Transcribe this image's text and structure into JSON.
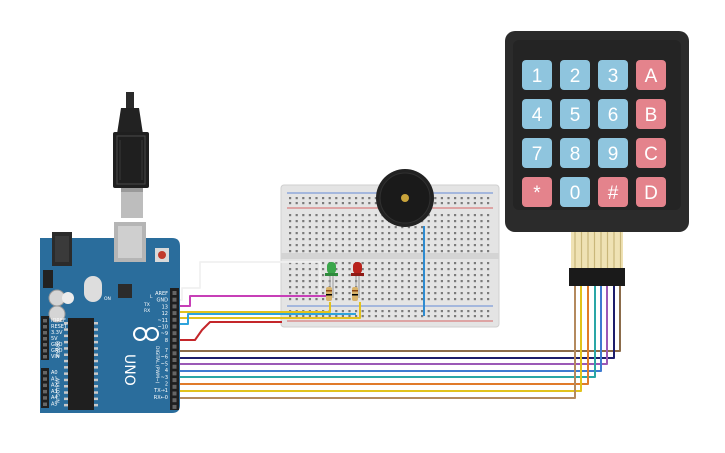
{
  "keypad": {
    "keys": [
      {
        "label": "1",
        "type": "num"
      },
      {
        "label": "2",
        "type": "num"
      },
      {
        "label": "3",
        "type": "num"
      },
      {
        "label": "A",
        "type": "letter"
      },
      {
        "label": "4",
        "type": "num"
      },
      {
        "label": "5",
        "type": "num"
      },
      {
        "label": "6",
        "type": "num"
      },
      {
        "label": "B",
        "type": "letter"
      },
      {
        "label": "7",
        "type": "num"
      },
      {
        "label": "8",
        "type": "num"
      },
      {
        "label": "9",
        "type": "num"
      },
      {
        "label": "C",
        "type": "letter"
      },
      {
        "label": "*",
        "type": "letter"
      },
      {
        "label": "0",
        "type": "num"
      },
      {
        "label": "#",
        "type": "letter"
      },
      {
        "label": "D",
        "type": "letter"
      }
    ],
    "num_color": "#8fc5de",
    "letter_color": "#e4838c",
    "body_color": "#2b2b2b"
  },
  "arduino": {
    "brand_text": "UNO",
    "board_color": "#2a6d9c",
    "header_labels": [
      "AREF",
      "GND",
      "13",
      "12",
      "~11",
      "~10",
      "~9",
      "8"
    ],
    "digital_labels": [
      "7",
      "~6",
      "~5",
      "4",
      "~3",
      "2",
      "TX→1",
      "RX←0"
    ],
    "analog_labels": [
      "A0",
      "A1",
      "A2",
      "A3",
      "A4",
      "A5"
    ],
    "power_labels": [
      "IOREF",
      "RESET",
      "3.3V",
      "5V",
      "GND",
      "GND",
      "VIN"
    ],
    "digital_title": "DIGITAL (PWM~)",
    "power_title": "POWER",
    "analog_title": "ANALOG IN",
    "on_label": "ON",
    "tx_label": "TX",
    "rx_label": "RX",
    "l_label": "L"
  },
  "breadboard": {
    "color": "#e4e4e4",
    "rail_red": "#d23b3b",
    "rail_blue": "#3b6dd2"
  },
  "components": {
    "led_green": "#3aa64a",
    "led_red": "#b8221c",
    "buzzer_color": "#222222",
    "buzzer_dot": "#c9a43b"
  },
  "wires": {
    "colors": [
      "#c73fb7",
      "#e2c21c",
      "#2ea3dc",
      "#c4262a",
      "#8b6b4a",
      "#1d1d6b",
      "#9b59b6",
      "#3e7bd1",
      "#2aa6a6",
      "#e07b2a",
      "#b48a5e"
    ]
  }
}
